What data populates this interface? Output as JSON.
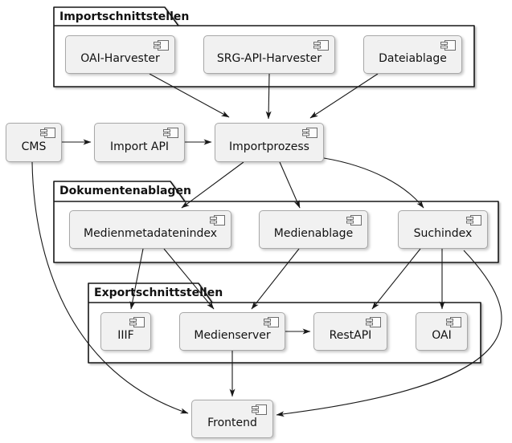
{
  "diagram": {
    "type": "uml-component-diagram",
    "background": "#FFFFFF",
    "colors": {
      "node_fill": "#F1F1F1",
      "node_border": "#A8A8A8",
      "package_border": "#181818",
      "arrow": "#181818",
      "text": "#121212",
      "icon": "#6B6B6B"
    },
    "packages": {
      "import": {
        "label": "Importschnittstellen"
      },
      "dokumente": {
        "label": "Dokumentenablagen"
      },
      "export": {
        "label": "Exportschnittstellen"
      }
    },
    "nodes": {
      "oai_harvester": {
        "label": "OAI-Harvester",
        "package": "Importschnittstellen",
        "icon": "component-icon"
      },
      "srg_api_harvester": {
        "label": "SRG-API-Harvester",
        "package": "Importschnittstellen",
        "icon": "component-icon"
      },
      "dateiablage": {
        "label": "Dateiablage",
        "package": "Importschnittstellen",
        "icon": "component-icon"
      },
      "cms": {
        "label": "CMS",
        "package": null,
        "icon": "component-icon"
      },
      "import_api": {
        "label": "Import API",
        "package": null,
        "icon": "component-icon"
      },
      "importprozess": {
        "label": "Importprozess",
        "package": null,
        "icon": "component-icon"
      },
      "medienmetadatenindex": {
        "label": "Medienmetadatenindex",
        "package": "Dokumentenablagen",
        "icon": "component-icon"
      },
      "medienablage": {
        "label": "Medienablage",
        "package": "Dokumentenablagen",
        "icon": "component-icon"
      },
      "suchindex": {
        "label": "Suchindex",
        "package": "Dokumentenablagen",
        "icon": "component-icon"
      },
      "iiif": {
        "label": "IIIF",
        "package": "Exportschnittstellen",
        "icon": "component-icon"
      },
      "medienserver": {
        "label": "Medienserver",
        "package": "Exportschnittstellen",
        "icon": "component-icon"
      },
      "restapi": {
        "label": "RestAPI",
        "package": "Exportschnittstellen",
        "icon": "component-icon"
      },
      "oai": {
        "label": "OAI",
        "package": "Exportschnittstellen",
        "icon": "component-icon"
      },
      "frontend": {
        "label": "Frontend",
        "package": null,
        "icon": "component-icon"
      }
    },
    "edges": [
      {
        "from": "OAI-Harvester",
        "to": "Importprozess"
      },
      {
        "from": "SRG-API-Harvester",
        "to": "Importprozess"
      },
      {
        "from": "Dateiablage",
        "to": "Importprozess"
      },
      {
        "from": "CMS",
        "to": "Import API"
      },
      {
        "from": "Import API",
        "to": "Importprozess"
      },
      {
        "from": "Importprozess",
        "to": "Medienmetadatenindex"
      },
      {
        "from": "Importprozess",
        "to": "Medienablage"
      },
      {
        "from": "Importprozess",
        "to": "Suchindex"
      },
      {
        "from": "Medienmetadatenindex",
        "to": "IIIF"
      },
      {
        "from": "Medienmetadatenindex",
        "to": "Medienserver"
      },
      {
        "from": "Medienablage",
        "to": "Medienserver"
      },
      {
        "from": "Suchindex",
        "to": "RestAPI"
      },
      {
        "from": "Suchindex",
        "to": "OAI"
      },
      {
        "from": "Medienserver",
        "to": "RestAPI"
      },
      {
        "from": "Medienserver",
        "to": "Frontend"
      },
      {
        "from": "CMS",
        "to": "Frontend"
      },
      {
        "from": "Suchindex",
        "to": "Frontend"
      }
    ]
  }
}
